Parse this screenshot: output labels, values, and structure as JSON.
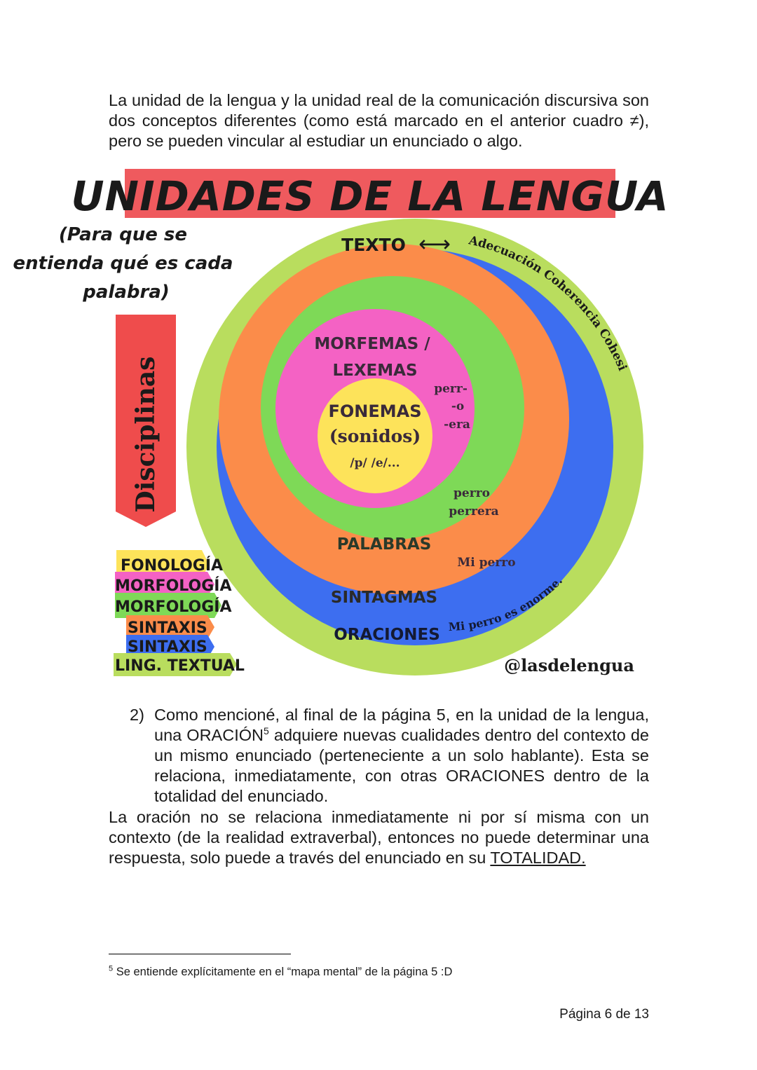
{
  "intro": {
    "text": "La unidad de la lengua y la unidad real de la comunicación discursiva son dos conceptos diferentes (como está marcado en el anterior cuadro ≠), pero se pueden vincular al estudiar un enunciado o algo."
  },
  "figure": {
    "title": "UNIDADES DE LA LENGUA",
    "side_note": [
      "(Para que se",
      "entienda qué es cada",
      "palabra)"
    ],
    "disciplines_label": "Disciplinas",
    "disciplines": [
      "FONOLOGÍA",
      "MORFOLOGÍA",
      "MORFOLOGÍA",
      "SINTAXIS",
      "SINTAXIS",
      "LING. TEXTUAL"
    ],
    "rings": {
      "texto": "TEXTO",
      "texto_arrow": "⟷",
      "texto_props": "Adecuación  Coherencia  Cohesión",
      "oraciones": "ORACIONES",
      "oraciones_example": "Mi perro es enorme.",
      "sintagmas": "SINTAGMAS",
      "sintagmas_example": "Mi perro",
      "palabras": "PALABRAS",
      "palabras_examples": [
        "perro",
        "perrera"
      ],
      "morfemas": [
        "MORFEMAS /",
        "LEXEMAS"
      ],
      "morfemas_examples": [
        "perr-",
        "-o",
        "-era"
      ],
      "fonemas": [
        "FONEMAS",
        "(sonidos)"
      ],
      "fonemas_example": "/p/ /e/..."
    },
    "credit": "@lasdelengua",
    "colors": {
      "title_bar": "#ef5a5e",
      "texto": "#b9dd5e",
      "oraciones": "#3d6ef0",
      "sintagmas": "#fb8c4a",
      "palabras": "#7ed957",
      "morfemas": "#f462c4",
      "fonemas": "#fde35a",
      "disciplinas": "#ef4c4c"
    }
  },
  "list": {
    "number": "2)",
    "text_before_sup": "Como mencioné, al final de la página 5, en la unidad de la lengua, una ORACIÓN",
    "sup": "5",
    "text_after_sup": " adquiere nuevas cualidades dentro del contexto de un mismo enunciado (perteneciente a un solo hablante). Esta se relaciona, inmediatamente, con otras ORACIONES dentro de la totalidad del enunciado."
  },
  "conclusion": {
    "text": "La oración no se relaciona inmediatamente ni por sí misma con un contexto (de la realidad extraverbal), entonces no puede determinar una respuesta, solo puede a través del enunciado en su ",
    "underlined": "TOTALIDAD."
  },
  "footnote": {
    "sup": "5",
    "text": " Se entiende explícitamente en el “mapa mental” de la página 5 :D"
  },
  "page_number": "Página 6 de 13"
}
